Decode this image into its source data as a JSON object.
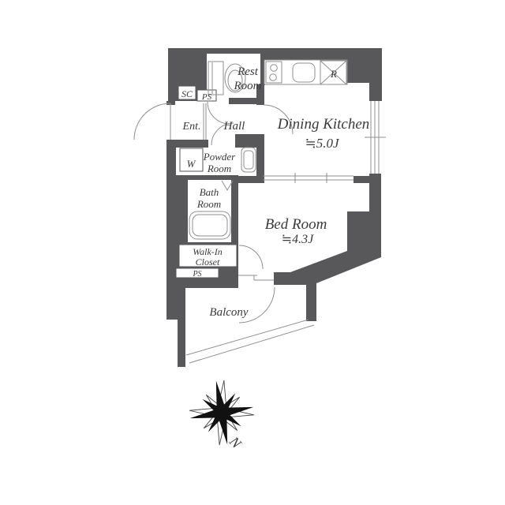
{
  "plan": {
    "title": "1K apartment floor plan",
    "labels": {
      "rest_room_1": "Rest",
      "rest_room_2": "Room",
      "sc": "SC",
      "ps_top": "PS",
      "ent": "Ent.",
      "hall": "Hall",
      "dining_kitchen": "Dining Kitchen",
      "dining_kitchen_size": "≒5.0J",
      "powder_1": "Powder",
      "powder_2": "Room",
      "washer": "W",
      "bath_1": "Bath",
      "bath_2": "Room",
      "bed_room": "Bed Room",
      "bed_room_size": "≒4.3J",
      "walk_in_1": "Walk-In",
      "walk_in_2": "Closet",
      "ps_bottom": "PS",
      "balcony": "Balcony",
      "refrigerator": "R",
      "north": "N"
    },
    "rooms": [
      {
        "name": "Dining Kitchen",
        "size": "≒5.0J"
      },
      {
        "name": "Bed Room",
        "size": "≒4.3J"
      },
      {
        "name": "Rest Room"
      },
      {
        "name": "Powder Room"
      },
      {
        "name": "Bath Room"
      },
      {
        "name": "Walk-In Closet"
      },
      {
        "name": "Ent."
      },
      {
        "name": "Hall"
      },
      {
        "name": "Balcony"
      }
    ],
    "colors": {
      "wall": "#58585A",
      "line": "#8F8F8F",
      "text": "#3A3A3A",
      "background": "#FFFFFF"
    }
  }
}
